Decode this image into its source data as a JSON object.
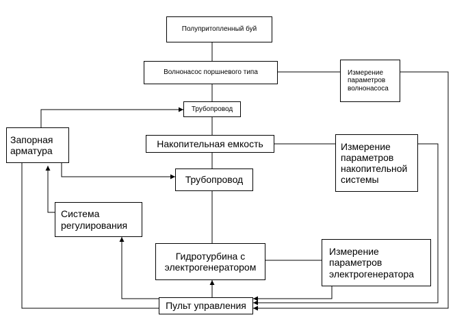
{
  "nodes": {
    "buoy": "Полупритопленный буй",
    "wave_pump": "Волнонасос поршневого типа",
    "pump_measure": "Измерение\nпараметров\nволнонасоса",
    "pipeline_top": "Трубопровод",
    "valves": "Запорная\nарматура",
    "storage": "Накопительная емкость",
    "storage_measure": "Измерение\nпараметров\nнакопительной\nсистемы",
    "pipeline_mid": "Трубопровод",
    "regulation": "Система\nрегулирования",
    "turbine": "Гидротурбина с\nэлектрогенератором",
    "gen_measure": "Измерение\nпараметров\nэлектрогенератора",
    "control_panel": "Пульт управления"
  },
  "colors": {
    "line": "#000000",
    "box_fill": "#ffffff",
    "background": "#ffffff"
  }
}
